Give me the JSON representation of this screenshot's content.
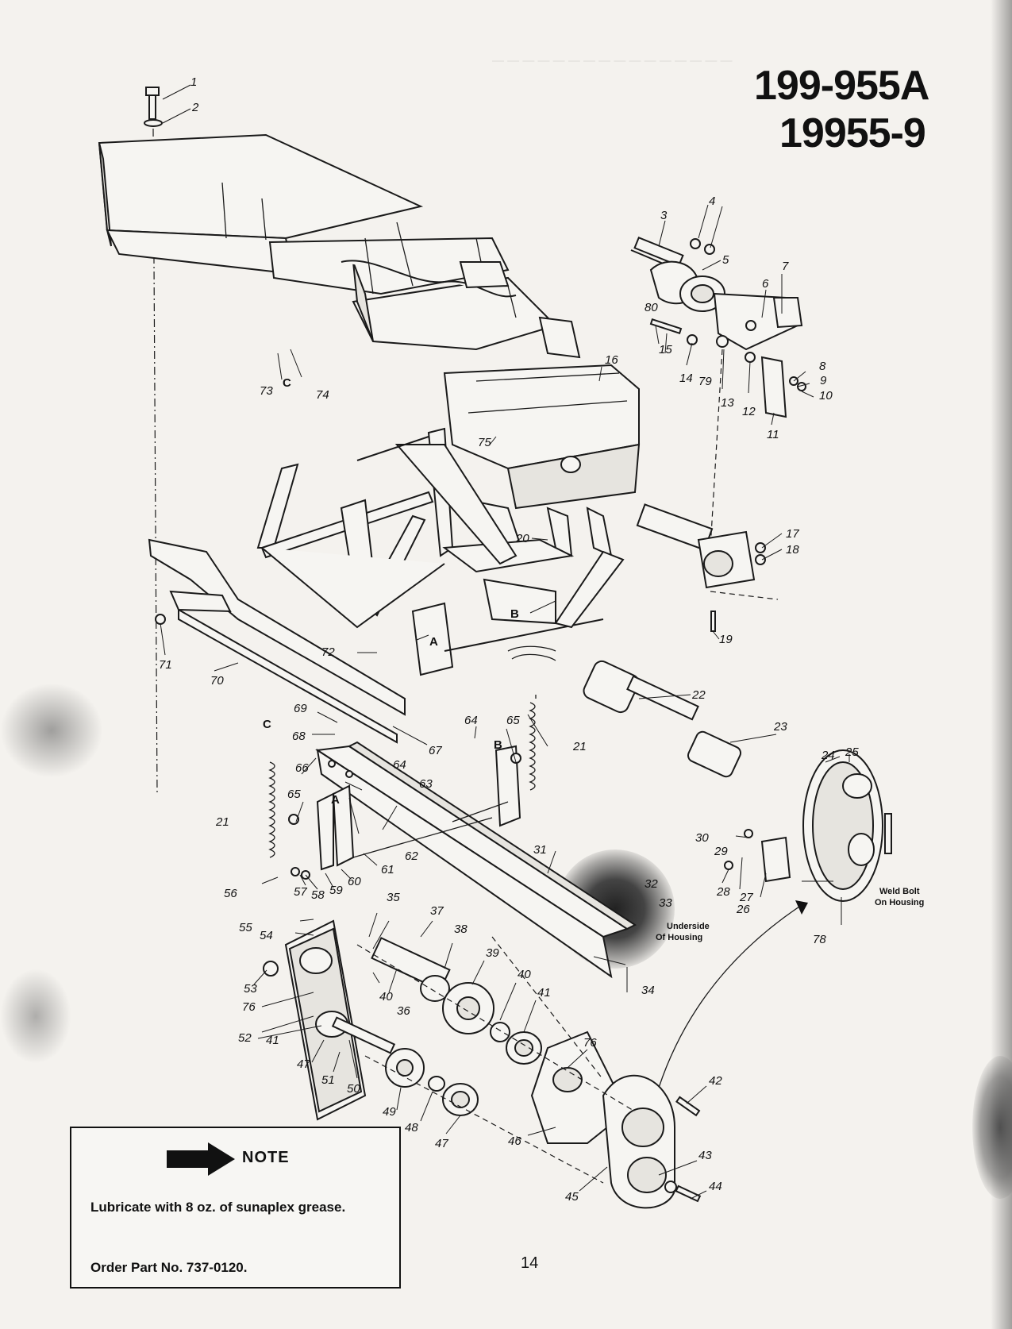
{
  "header": {
    "model_line_1": "199-955A",
    "model_line_2": "19955-9"
  },
  "diagram": {
    "callouts": [
      "1",
      "2",
      "3",
      "4",
      "5",
      "6",
      "7",
      "8",
      "9",
      "10",
      "11",
      "12",
      "13",
      "14",
      "15",
      "16",
      "17",
      "18",
      "19",
      "20",
      "21",
      "22",
      "23",
      "24",
      "25",
      "26",
      "27",
      "28",
      "29",
      "30",
      "31",
      "32",
      "33",
      "34",
      "35",
      "36",
      "37",
      "38",
      "39",
      "40",
      "41",
      "42",
      "43",
      "44",
      "45",
      "46",
      "47",
      "48",
      "49",
      "50",
      "51",
      "52",
      "53",
      "54",
      "55",
      "56",
      "57",
      "58",
      "59",
      "60",
      "61",
      "62",
      "63",
      "64",
      "65",
      "66",
      "67",
      "68",
      "69",
      "70",
      "71",
      "72",
      "73",
      "74",
      "75",
      "76",
      "78",
      "79",
      "80"
    ],
    "letters": {
      "a": "A",
      "b": "B",
      "c": "C"
    },
    "annotations": {
      "weld_bolt": "Weld Bolt",
      "on_housing": "On Housing",
      "underside": "Underside",
      "of_housing": "Of Housing"
    }
  },
  "note": {
    "title": "NOTE",
    "text": "Lubricate with 8 oz. of sunaplex grease.",
    "order": "Order Part No. 737-0120."
  },
  "footer": {
    "page_number": "14"
  }
}
